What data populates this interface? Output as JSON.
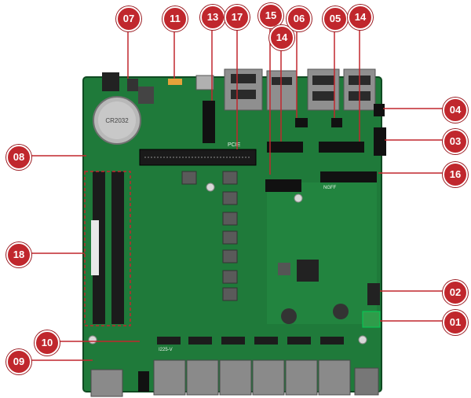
{
  "image": {
    "subject": "network motherboard with numbered callouts",
    "colors": {
      "board": "#1f7a3a",
      "board_dark": "#15602c",
      "callout": "#c0272d",
      "leader": "#c0272d",
      "port_metal": "#9a9a9a",
      "dimm_frame": "#c0272d"
    }
  },
  "callouts": [
    {
      "id": "c07",
      "label": "07"
    },
    {
      "id": "c11",
      "label": "11"
    },
    {
      "id": "c13",
      "label": "13"
    },
    {
      "id": "c17",
      "label": "17"
    },
    {
      "id": "c15",
      "label": "15"
    },
    {
      "id": "c14a",
      "label": "14"
    },
    {
      "id": "c06",
      "label": "06"
    },
    {
      "id": "c05",
      "label": "05"
    },
    {
      "id": "c14b",
      "label": "14"
    },
    {
      "id": "c04",
      "label": "04"
    },
    {
      "id": "c03",
      "label": "03"
    },
    {
      "id": "c16",
      "label": "16"
    },
    {
      "id": "c02",
      "label": "02"
    },
    {
      "id": "c01",
      "label": "01"
    },
    {
      "id": "c08",
      "label": "08"
    },
    {
      "id": "c18",
      "label": "18"
    },
    {
      "id": "c10",
      "label": "10"
    },
    {
      "id": "c09",
      "label": "09"
    }
  ],
  "silkscreen": {
    "battery": "CR2032",
    "pcie": "PCIE",
    "m2_label": "NGFF",
    "chip_mark": "I225-V"
  }
}
